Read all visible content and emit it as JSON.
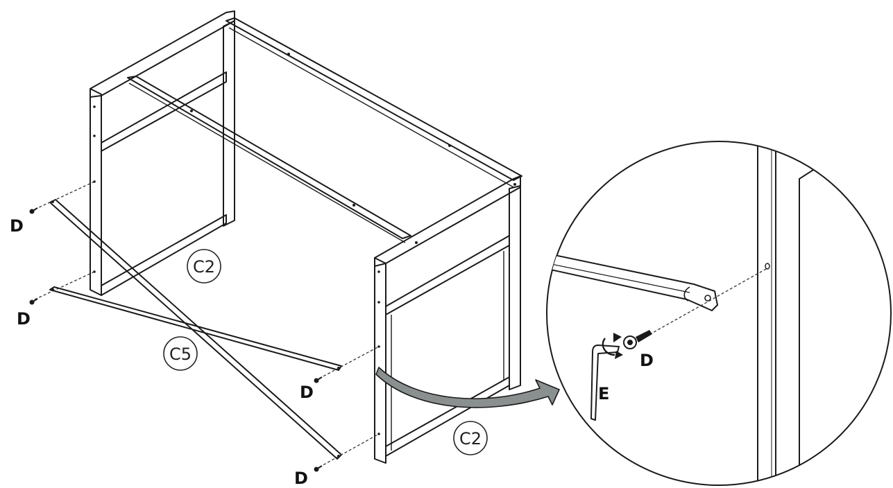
{
  "labels": {
    "screw": "D",
    "allen_key": "E",
    "side_frame": "C2",
    "cross_brace": "C5"
  },
  "colors": {
    "line": "#1a1a1a",
    "arrow_fill": "#8a8f8f",
    "background": "#ffffff"
  },
  "icons": [
    "screw-icon",
    "allen-key-icon",
    "rotation-arrow-icon",
    "magnify-circle",
    "curved-arrow-icon"
  ]
}
